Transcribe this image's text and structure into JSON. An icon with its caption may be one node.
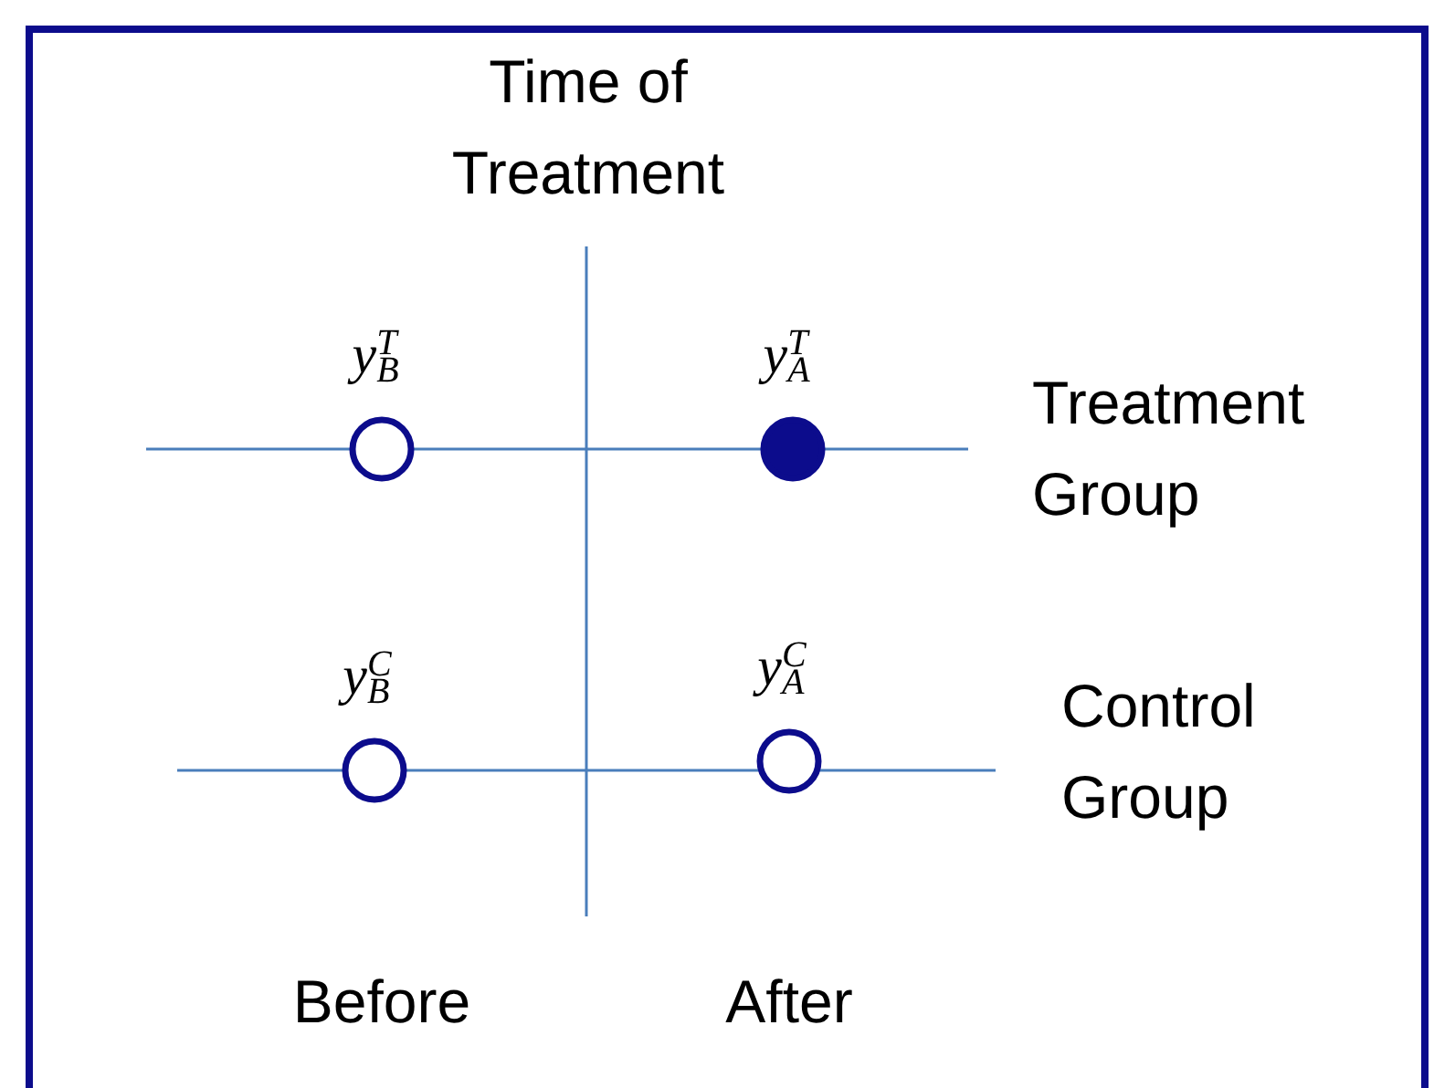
{
  "diagram": {
    "nodes": [
      {
        "text": [],
        "shape": "circle",
        "beside": [
          "y$_{B}$$^{T}$"
        ]
      },
      {
        "text": [],
        "shape": "circle",
        "beside": [
          "y$_{A}$$^{T}$"
        ]
      },
      {
        "text": [],
        "shape": "circle",
        "beside": [
          "y$_{B}$$^{C}$"
        ]
      },
      {
        "text": [],
        "shape": "circle",
        "beside": [
          "y$_{A}$$^{C}$"
        ]
      }
    ],
    "labels": [
      "Time of Treatment",
      "Treatment Group",
      "Control Group",
      "Before",
      "After"
    ]
  }
}
